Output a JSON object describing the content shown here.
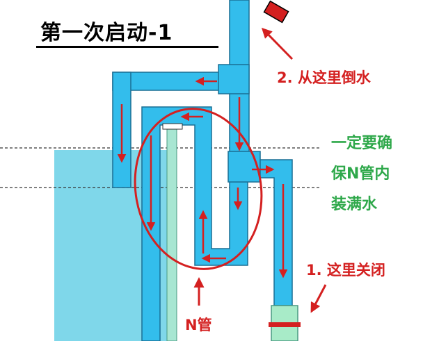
{
  "title": "第一次启动-1",
  "labels": {
    "pour_water": "2. 从这里倒水",
    "close_here": "1. 这里关闭",
    "n_pipe": "N管",
    "note_line1": "一定要确",
    "note_line2": "保N管内",
    "note_line3": "装满水"
  },
  "colors": {
    "water": "#33bdec",
    "tank": "#7fd7ea",
    "inner_pipe": "#a8e6d2",
    "arrow_red": "#d42020",
    "note_green": "#2ea84a"
  }
}
